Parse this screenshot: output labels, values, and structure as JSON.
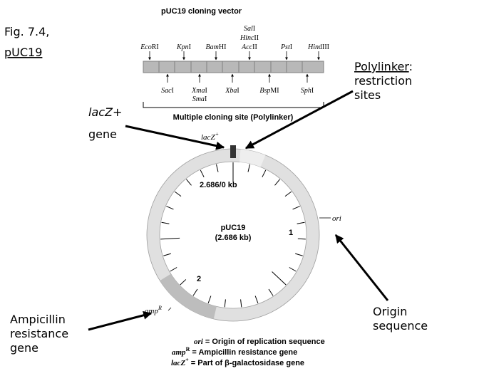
{
  "figure": {
    "label": "Fig. 7.4,",
    "link": "pUC19"
  },
  "vector_title": "pUC19 cloning vector",
  "sites_top": [
    {
      "lines": [
        {
          "italic": "Eco",
          "plain": "RI"
        }
      ]
    },
    {
      "lines": [
        {
          "italic": "Kpn",
          "plain": "I"
        }
      ]
    },
    {
      "lines": [
        {
          "italic": "Bam",
          "plain": "HI"
        }
      ]
    },
    {
      "lines": [
        {
          "italic": "Sal",
          "plain": "I"
        },
        {
          "italic": "Hinc",
          "plain": "II"
        },
        {
          "italic": "Acc",
          "plain": "II"
        }
      ]
    },
    {
      "lines": [
        {
          "italic": "Pst",
          "plain": "I"
        }
      ]
    },
    {
      "lines": [
        {
          "italic": "Hin",
          "plain": "dIII"
        }
      ]
    }
  ],
  "sites_bottom": [
    {
      "lines": [
        {
          "italic": "Sac",
          "plain": "I"
        }
      ]
    },
    {
      "lines": [
        {
          "italic": "Xma",
          "plain": "I"
        },
        {
          "italic": "Sma",
          "plain": "I"
        }
      ]
    },
    {
      "lines": [
        {
          "italic": "Xba",
          "plain": "I"
        }
      ]
    },
    {
      "lines": [
        {
          "italic": "Bsp",
          "plain": "MI"
        }
      ]
    },
    {
      "lines": [
        {
          "italic": "Sph",
          "plain": "I"
        }
      ]
    }
  ],
  "mcs_label": "Multiple cloning site (Polylinker)",
  "plasmid": {
    "name": "pUC19",
    "size": "(2.686 kb)",
    "scale_labels": [
      "2.686/0 kb",
      "1",
      "2"
    ],
    "lacz_label": {
      "main": "lacZ",
      "sup": "+"
    },
    "amp_label": {
      "main": "amp",
      "sup": "R"
    },
    "ori_label": "ori"
  },
  "annotations": {
    "lacz_gene": {
      "italic": "lacZ",
      "plain": "+",
      "line2": "gene"
    },
    "polylinker": {
      "title": "Polylinker",
      "suffix": ":",
      "line2": "restriction",
      "line3": "sites"
    },
    "ampicillin": [
      "Ampicillin",
      "resistance",
      "gene"
    ],
    "origin": [
      "Origin",
      "sequence"
    ]
  },
  "legend": [
    {
      "term": "ori",
      "sup": "",
      "desc": " = Origin of replication sequence"
    },
    {
      "term": "amp",
      "sup": "R",
      "desc": " = Ampicillin resistance gene"
    },
    {
      "term": "lacZ",
      "sup": "+",
      "desc": " = Part of β-galactosidase gene"
    }
  ],
  "colors": {
    "ring": "#e0e0e0",
    "amp_segment": "#bdbdbd",
    "ring_outline": "#9e9e9e",
    "polylinker_bar": "#b8b8b8",
    "marker": "#333333",
    "text": "#000000"
  },
  "icons": [
    "arrow-icon"
  ]
}
